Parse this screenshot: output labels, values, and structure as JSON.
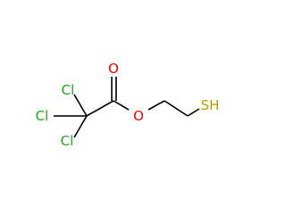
{
  "molecule": {
    "atoms": {
      "cl_top": "Cl",
      "cl_left": "Cl",
      "cl_bottom": "Cl",
      "o_carbonyl": "O",
      "o_ester": "O",
      "sh": "SH"
    },
    "colors": {
      "chlorine": "#1fa01f",
      "oxygen": "#ff0000",
      "sulfur": "#b8a000",
      "bond": "#000000"
    }
  }
}
